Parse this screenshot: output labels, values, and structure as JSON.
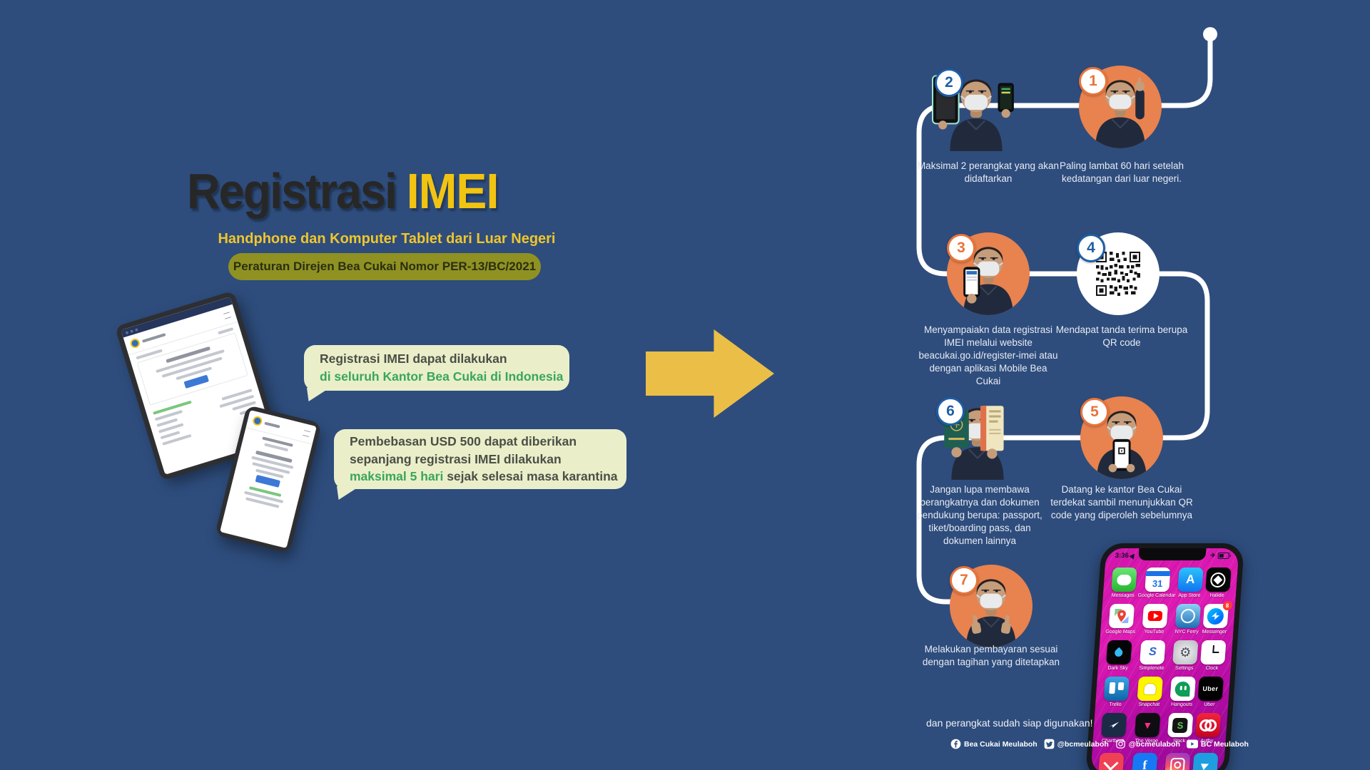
{
  "colors": {
    "background": "#2e4d7d",
    "accent_yellow": "#f2c412",
    "badge_olive": "#8f9222",
    "bubble_cream": "#eaefca",
    "bubble_green": "#3aa65a",
    "arrow_gold": "#ebbf47",
    "step_orange_circle": "#e8824f",
    "number_orange": "#e8743a",
    "number_blue": "#1d5fa7",
    "path_white": "#ffffff"
  },
  "header": {
    "title_dark": "Registrasi",
    "title_accent": "IMEI",
    "subtitle": "Handphone dan Komputer Tablet dari Luar Negeri",
    "regulation_badge": "Peraturan Direjen Bea Cukai Nomor PER-13/BC/2021"
  },
  "bubbles": [
    {
      "line1": "Registrasi IMEI dapat dilakukan",
      "line2": "di seluruh Kantor Bea Cukai di Indonesia"
    },
    {
      "line1": "Pembebasan USD 500 dapat diberikan",
      "line2": "sepanjang registrasi IMEI dilakukan",
      "highlight": "maksimal 5 hari",
      "line3_rest": " sejak selesai masa karantina"
    }
  ],
  "steps": [
    {
      "number": "1",
      "caption": "Paling lambat 60 hari setelah kedatangan dari luar negeri."
    },
    {
      "number": "2",
      "caption": "Maksimal 2 perangkat yang akan didaftarkan"
    },
    {
      "number": "3",
      "caption": "Menyampaiakn data registrasi IMEI melalui website beacukai.go.id/register-imei atau dengan aplikasi Mobile Bea Cukai"
    },
    {
      "number": "4",
      "caption": "Mendapat tanda terima berupa QR code"
    },
    {
      "number": "5",
      "caption": "Datang ke kantor Bea Cukai terdekat sambil menunjukkan QR code yang diperoleh sebelumnya"
    },
    {
      "number": "6",
      "caption": "Jangan lupa membawa perangkatnya dan dokumen pendukung berupa: passport, tiket/boarding pass, dan dokumen lainnya"
    },
    {
      "number": "7",
      "caption": "Melakukan pembayaran sesuai dengan tagihan yang ditetapkan"
    }
  ],
  "closing": "dan perangkat sudah siap digunakan!",
  "social": [
    {
      "network": "facebook",
      "handle": "Bea Cukai Meulaboh"
    },
    {
      "network": "twitter",
      "handle": "@bcmeulaboh"
    },
    {
      "network": "instagram",
      "handle": "@bcmeulaboh"
    },
    {
      "network": "youtube",
      "handle": "BC Meulaboh"
    }
  ],
  "phone": {
    "status_time": "3:36",
    "messenger_badge": "8",
    "icon_glyphs": {
      "calendar_day": "31",
      "appstore_letter": "A",
      "simplenote_letter": "S",
      "slack_letter": "S",
      "uber_word": "Uber"
    },
    "apps": [
      {
        "label": "Messages"
      },
      {
        "label": "Google Calendar"
      },
      {
        "label": "App Store"
      },
      {
        "label": "Halide"
      },
      {
        "label": "Google Maps"
      },
      {
        "label": "YouTube"
      },
      {
        "label": "NYC Ferry"
      },
      {
        "label": "Messenger"
      },
      {
        "label": "Dark Sky"
      },
      {
        "label": "Simplenote"
      },
      {
        "label": "Settings"
      },
      {
        "label": "Clock"
      },
      {
        "label": "Trello"
      },
      {
        "label": "Snapchat"
      },
      {
        "label": "Hangouts"
      },
      {
        "label": "Uber"
      },
      {
        "label": "Chartbeat"
      },
      {
        "label": "The Verge"
      },
      {
        "label": "Slack"
      },
      {
        "label": "Authy"
      }
    ]
  }
}
